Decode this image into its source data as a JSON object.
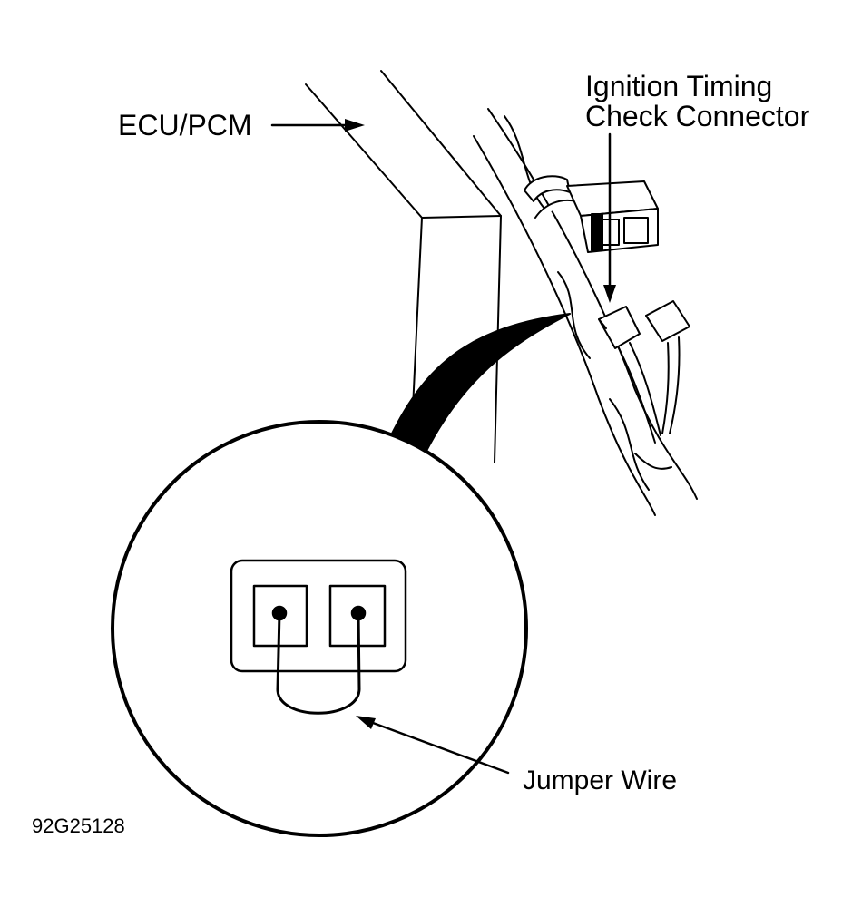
{
  "labels": {
    "ecu_pcm": "ECU/PCM",
    "ignition_line1": "Ignition Timing",
    "ignition_line2": "Check Connector",
    "jumper_wire": "Jumper Wire",
    "figure_id": "92G25128"
  },
  "colors": {
    "ink": "#000000",
    "paper": "#ffffff"
  }
}
